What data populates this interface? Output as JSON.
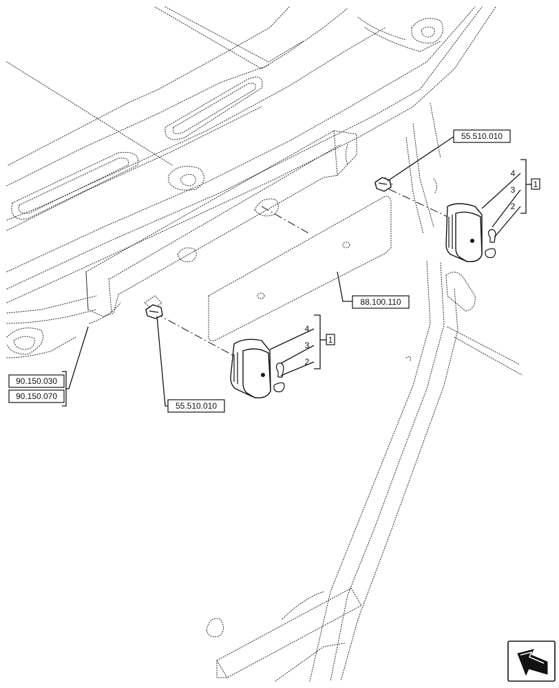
{
  "refs": {
    "top_right": "55.510.010",
    "center": "88.100.110",
    "bottom_center": "55.510.010",
    "left_upper": "90.150.030",
    "left_lower": "90.150.070"
  },
  "right_lamp": {
    "items": [
      "4",
      "3",
      "2"
    ],
    "group": "1"
  },
  "left_lamp": {
    "items": [
      "4",
      "3",
      "2"
    ],
    "group": "1"
  },
  "nav_icon": "next-page-arrow-icon"
}
